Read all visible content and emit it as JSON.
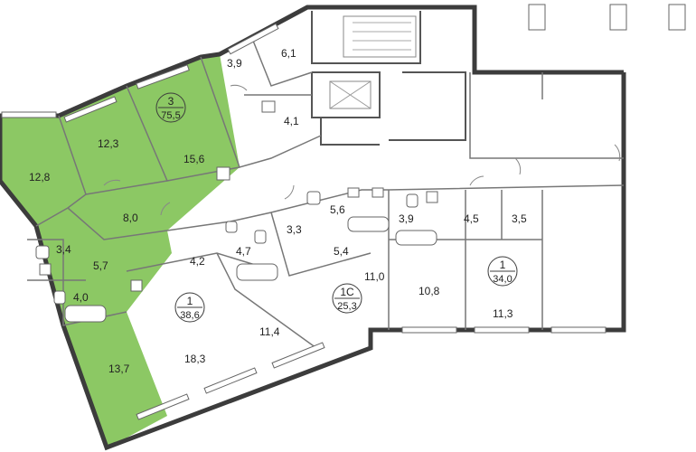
{
  "colors": {
    "highlight_fill": "#8cc864",
    "wall": "#3c3c3c",
    "badge_stroke": "#3c3c3c",
    "background": "#ffffff"
  },
  "apartments": [
    {
      "number": "3",
      "area": "75,5"
    },
    {
      "number": "1",
      "area": "38,6"
    },
    {
      "number": "1С",
      "area": "25,3"
    },
    {
      "number": "1",
      "area": "34,0"
    }
  ],
  "rooms": [
    "12,8",
    "12,3",
    "15,6",
    "8,0",
    "3,4",
    "5,7",
    "4,0",
    "13,7",
    "3,9",
    "6,1",
    "4,1",
    "4,2",
    "4,7",
    "3,3",
    "5,6",
    "5,4",
    "11,0",
    "18,3",
    "11,4",
    "3,9",
    "4,5",
    "3,5",
    "10,8",
    "11,3"
  ]
}
